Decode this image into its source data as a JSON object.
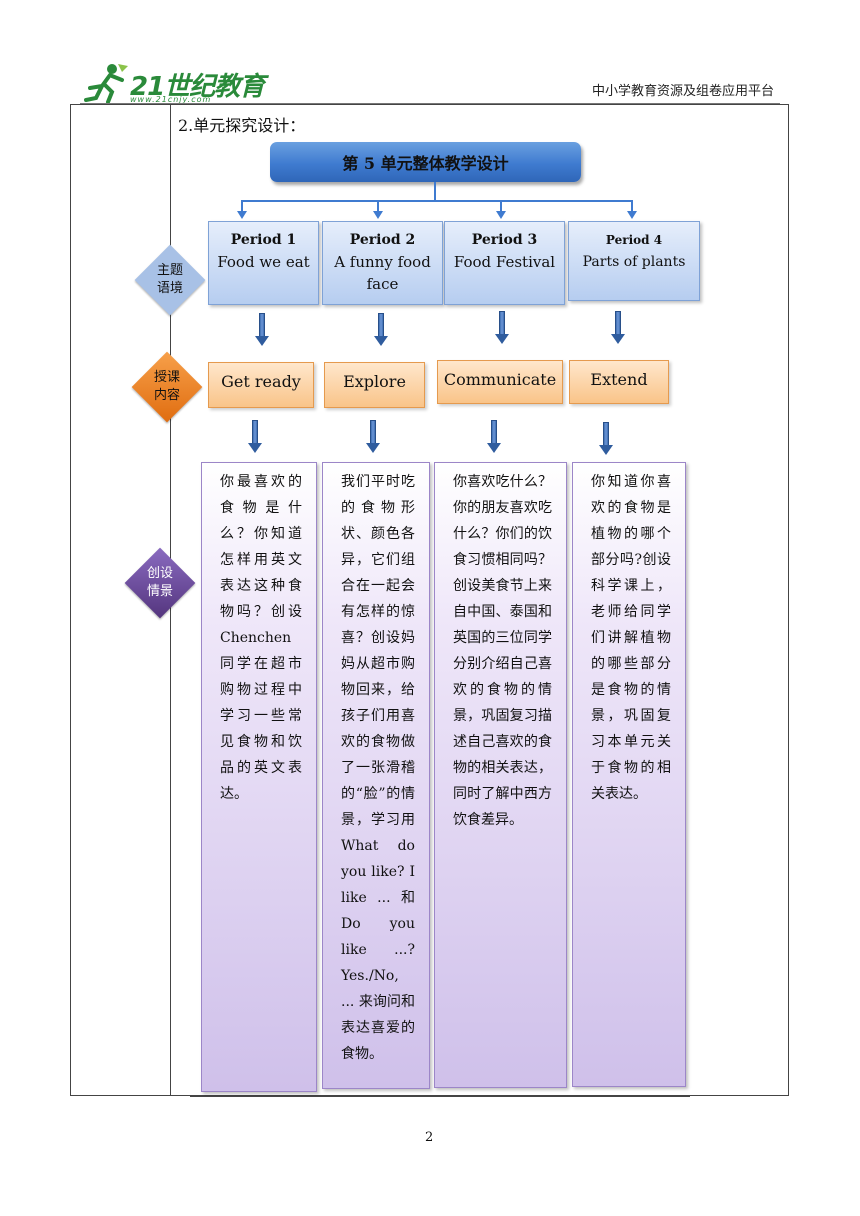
{
  "header": {
    "logo_text": "21世纪教育",
    "logo_url": "www.21cnjy.com",
    "platform": "中小学教育资源及组卷应用平台"
  },
  "section_title": "2.单元探究设计：",
  "banner": "第 5 单元整体教学设计",
  "row_labels": {
    "theme": [
      "主题",
      "语境"
    ],
    "content": [
      "授课",
      "内容"
    ],
    "scenario": [
      "创设",
      "情景"
    ]
  },
  "periods": [
    {
      "title": "Period 1",
      "name": "Food we eat"
    },
    {
      "title": "Period 2",
      "name": "A funny food face"
    },
    {
      "title": "Period 3",
      "name": "Food Festival"
    },
    {
      "title": "Period 4",
      "name": "Parts of plants"
    }
  ],
  "stages": [
    "Get ready",
    "Explore",
    "Communicate",
    "Extend"
  ],
  "scenarios": [
    "你最喜欢的食物是什么？你知道怎样用英文表达这种食物吗？创设 Chenchen 同学在超市购物过程中学习一些常见食物和饮品的英文表达。",
    "我们平时吃的食物形状、颜色各异，它们组合在一起会有怎样的惊喜？创设妈妈从超市购物回来，给孩子们用喜欢的食物做了一张滑稽的“脸”的情景，学习用 What do you like? I like ... 和 Do you like ...? Yes./No, ... 来询问和表达喜爱的食物。",
    "你喜欢吃什么？你的朋友喜欢吃什么？你们的饮食习惯相同吗？创设美食节上来自中国、泰国和英国的三位同学分别介绍自己喜欢的食物的情景，巩固复习描述自己喜欢的食物的相关表达，同时了解中西方饮食差异。",
    "你知道你喜欢的食物是植物的哪个部分吗?创设科学课上，老师给同学们讲解植物的哪些部分是食物的情景，巩固复习本单元关于食物的相关表达。"
  ],
  "page_number": "2",
  "colors": {
    "blue_accent": "#3f7bd0",
    "theme_diamond": "#a8c1e6",
    "content_diamond": "#ef8a2a",
    "scenario_diamond": "#6b4a9a"
  }
}
